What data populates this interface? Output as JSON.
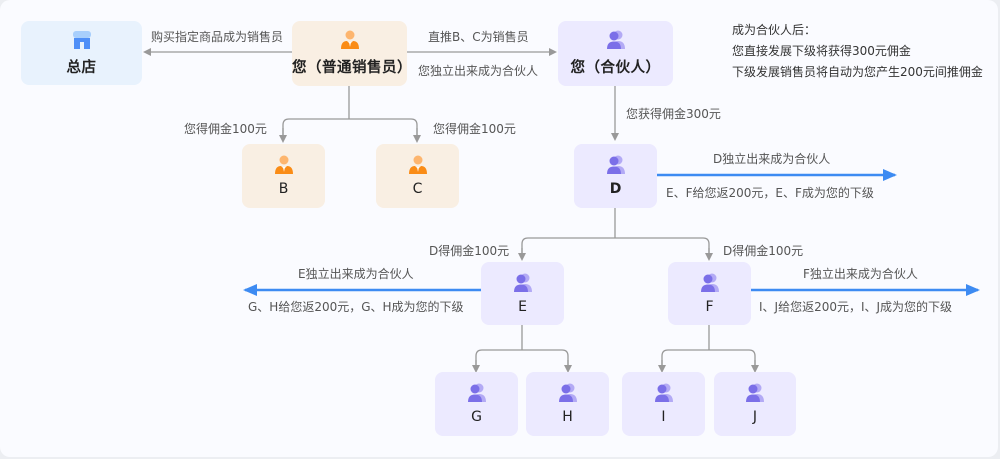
{
  "nodes": {
    "store": {
      "label": "总店",
      "icon": "store-icon"
    },
    "you_sales": {
      "label": "您（普通销售员）",
      "icon": "salesperson-icon"
    },
    "you_partner": {
      "label": "您（合伙人）",
      "icon": "partner-icon"
    },
    "b": {
      "label": "B",
      "icon": "salesperson-icon"
    },
    "c": {
      "label": "C",
      "icon": "salesperson-icon"
    },
    "d": {
      "label": "D",
      "icon": "partner-icon"
    },
    "e": {
      "label": "E",
      "icon": "partner-icon"
    },
    "f": {
      "label": "F",
      "icon": "partner-icon"
    },
    "g": {
      "label": "G",
      "icon": "partner-icon"
    },
    "h": {
      "label": "H",
      "icon": "partner-icon"
    },
    "i": {
      "label": "I",
      "icon": "partner-icon"
    },
    "j": {
      "label": "J",
      "icon": "partner-icon"
    }
  },
  "edge_labels": {
    "to_store": "购买指定商品成为销售员",
    "to_partner_top": "直推B、C为销售员",
    "to_partner_bottom": "您独立出来成为合伙人",
    "to_b": "您得佣金100元",
    "to_c": "您得佣金100元",
    "to_d": "您获得佣金300元",
    "d_out_top": "D独立出来成为合伙人",
    "d_out_bottom": "E、F给您返200元，E、F成为您的下级",
    "to_e": "D得佣金100元",
    "to_f": "D得佣金100元",
    "e_out_top": "E独立出来成为合伙人",
    "e_out_bottom": "G、H给您返200元，G、H成为您的下级",
    "f_out_top": "F独立出来成为合伙人",
    "f_out_bottom": "I、J给您返200元，I、J成为您的下级"
  },
  "note": {
    "title": "成为合伙人后：",
    "line1": "您直接发展下级将获得300元佣金",
    "line2": "下级发展销售员将自动为您产生200元间推佣金"
  },
  "colors": {
    "store_bg": "#e8f2fd",
    "sales_bg": "#f9efe3",
    "partner_bg": "#eceaff",
    "sales_icon": "#fa8c16",
    "partner_icon": "#7b6fe8",
    "store_icon": "#4f8ff7",
    "connector": "#999999",
    "highlight_arrow": "#3d8bf2"
  }
}
